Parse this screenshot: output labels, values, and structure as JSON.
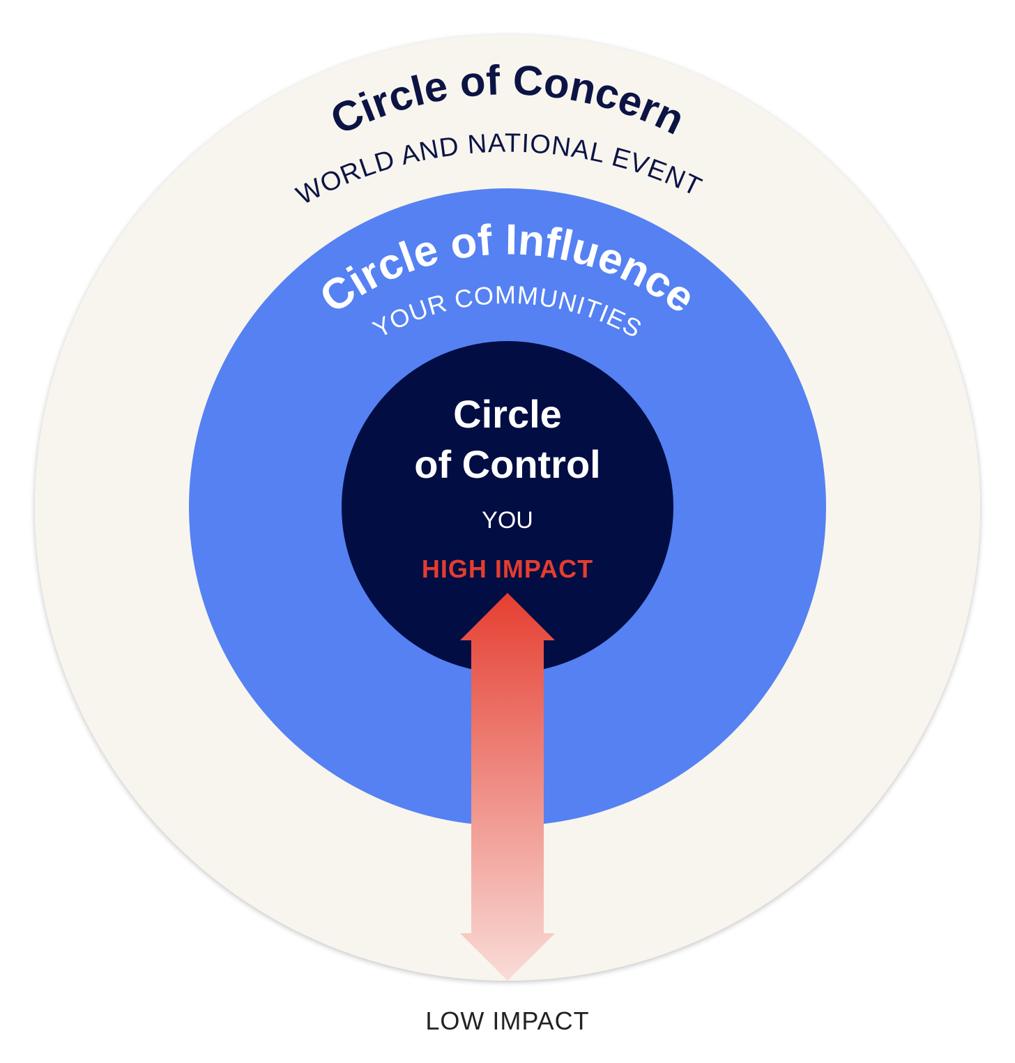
{
  "concern": {
    "title": "Circle of Concern",
    "subtitle": "WORLD AND NATIONAL EVENTS",
    "color": "#f8f5ee",
    "text_color": "#0c1445"
  },
  "influence": {
    "title": "Circle of Influence",
    "subtitle": "YOUR COMMUNITIES",
    "color": "#5581f2",
    "text_color": "#ffffff"
  },
  "control": {
    "title_line1": "Circle",
    "title_line2": "of Control",
    "subtitle": "YOU",
    "color": "#020d43",
    "text_color": "#ffffff"
  },
  "impact": {
    "high_label": "HIGH IMPACT",
    "high_color": "#e43d30",
    "low_label": "LOW IMPACT",
    "low_color": "#222222",
    "arrow_top_color": "#e53f31",
    "arrow_bottom_color": "#f9dcd8"
  }
}
